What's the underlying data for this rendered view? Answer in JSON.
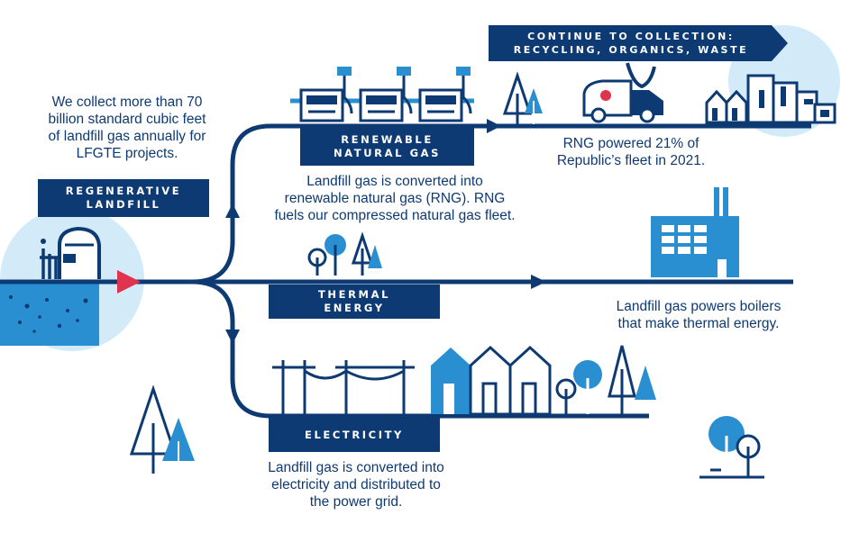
{
  "intro": {
    "line1": "We collect more than 70",
    "line2": "billion standard cubic feet",
    "line3": "of landfill gas annually for",
    "line4": "LFGTE projects."
  },
  "labels": {
    "regenerative": [
      "REGENERATIVE",
      "LANDFILL"
    ],
    "rng": [
      "RENEWABLE",
      "NATURAL GAS"
    ],
    "thermal": [
      "THERMAL",
      "ENERGY"
    ],
    "electricity": "ELECTRICITY",
    "collection": [
      "CONTINUE TO COLLECTION:",
      "RECYCLING, ORGANICS, WASTE"
    ]
  },
  "descriptions": {
    "rng": [
      "Landfill gas is converted into",
      "renewable natural gas (RNG). RNG",
      "fuels our compressed natural gas fleet."
    ],
    "fleet": [
      "RNG powered 21% of",
      "Republic’s fleet in 2021."
    ],
    "thermal": [
      "Landfill gas powers boilers",
      "that make thermal energy."
    ],
    "electricity": [
      "Landfill gas is converted into",
      "electricity and distributed to",
      "the power grid."
    ]
  },
  "colors": {
    "navy": "#0e3a73",
    "blue": "#2a8fd0",
    "light_blue": "#d3ebf8",
    "red": "#e0344e",
    "white": "#ffffff"
  },
  "icons": [
    "landfill-icon",
    "truck-icon",
    "garbage-truck-icon",
    "tree-icon",
    "factory-icon",
    "house-icon",
    "power-line-icon",
    "city-icon"
  ]
}
